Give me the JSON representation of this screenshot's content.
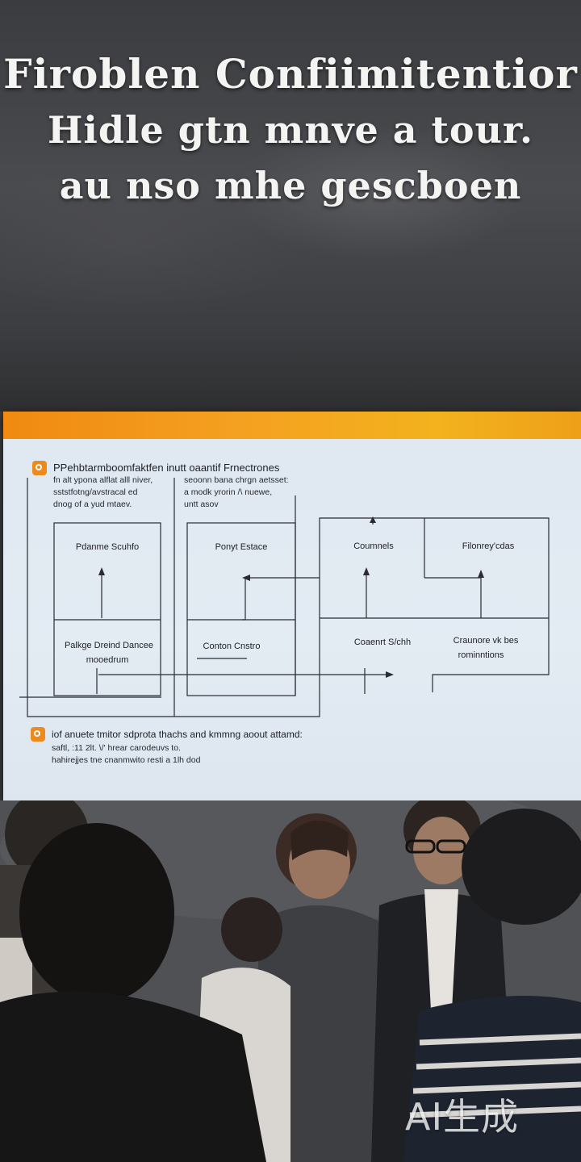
{
  "headline": {
    "line1": "Firoblen Confiimitentior",
    "line2": "Hidle gtn mnve a tour.",
    "line3": "au nso mhe gescboen"
  },
  "slide": {
    "accent_color": "#f08a10",
    "heading": "PPehbtarmboomfaktfen inutt oaantif Frnectrones",
    "sub_left": [
      "fn alt ypona  alflat alll niver,",
      "sststfotng/avstracal ed",
      "dnog of a yud mtaev."
    ],
    "sub_right": [
      "seoonn bana chrgn aetsset:",
      "a modk yrorin  /\\  nuewe,",
      "untt asov"
    ],
    "boxes": {
      "top_1": "Pdanme Scuhfo",
      "top_2": "Ponyt Estace",
      "top_3": "Coumnels",
      "top_4": "Filonrey'cdas",
      "bottom_1a": "Palkge Dreind Dancee",
      "bottom_1b": "mooedrum",
      "bottom_2": "Conton Cnstro",
      "bottom_3": "Coaenrt S/chh",
      "bottom_4a": "Craunore vk bes",
      "bottom_4b": "rominntions"
    },
    "footer_heading": "iof anuete tmitor sdprota thachs and kmmng aoout attamd:",
    "footer_lines": [
      "saftl, :11  2lt.  \\/'  hrear carodeuvs to.",
      "hahirejjes tne cnanmwito resti a 1lh dod"
    ]
  },
  "watermark": "AI生成"
}
